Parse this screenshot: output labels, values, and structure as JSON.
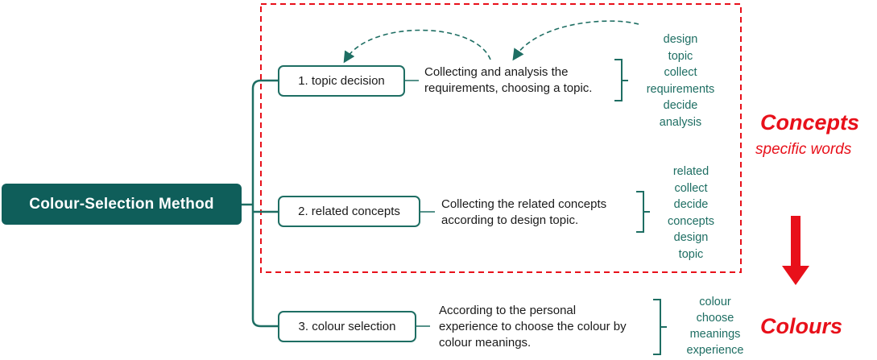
{
  "root": {
    "label": "Colour-Selection Method"
  },
  "steps": [
    {
      "label": "1. topic decision",
      "desc": [
        "Collecting and analysis the",
        "requirements, choosing a topic."
      ],
      "keywords": [
        "design",
        "topic",
        "collect",
        "requirements",
        "decide",
        "analysis"
      ]
    },
    {
      "label": "2. related concepts",
      "desc": [
        "Collecting the related concepts",
        "according to design topic."
      ],
      "keywords": [
        "related",
        "collect",
        "decide",
        "concepts",
        "design",
        "topic"
      ]
    },
    {
      "label": "3. colour selection",
      "desc": [
        "According to the personal",
        "experience to choose the colour by",
        "colour meanings."
      ],
      "keywords": [
        "colour",
        "choose",
        "meanings",
        "experience"
      ]
    }
  ],
  "side": {
    "concepts_title": "Concepts",
    "concepts_subtitle": "specific words",
    "colours_title": "Colours"
  },
  "colors": {
    "teal": "#0f5e5a",
    "node_border": "#1e6e63",
    "red": "#e8101a"
  }
}
